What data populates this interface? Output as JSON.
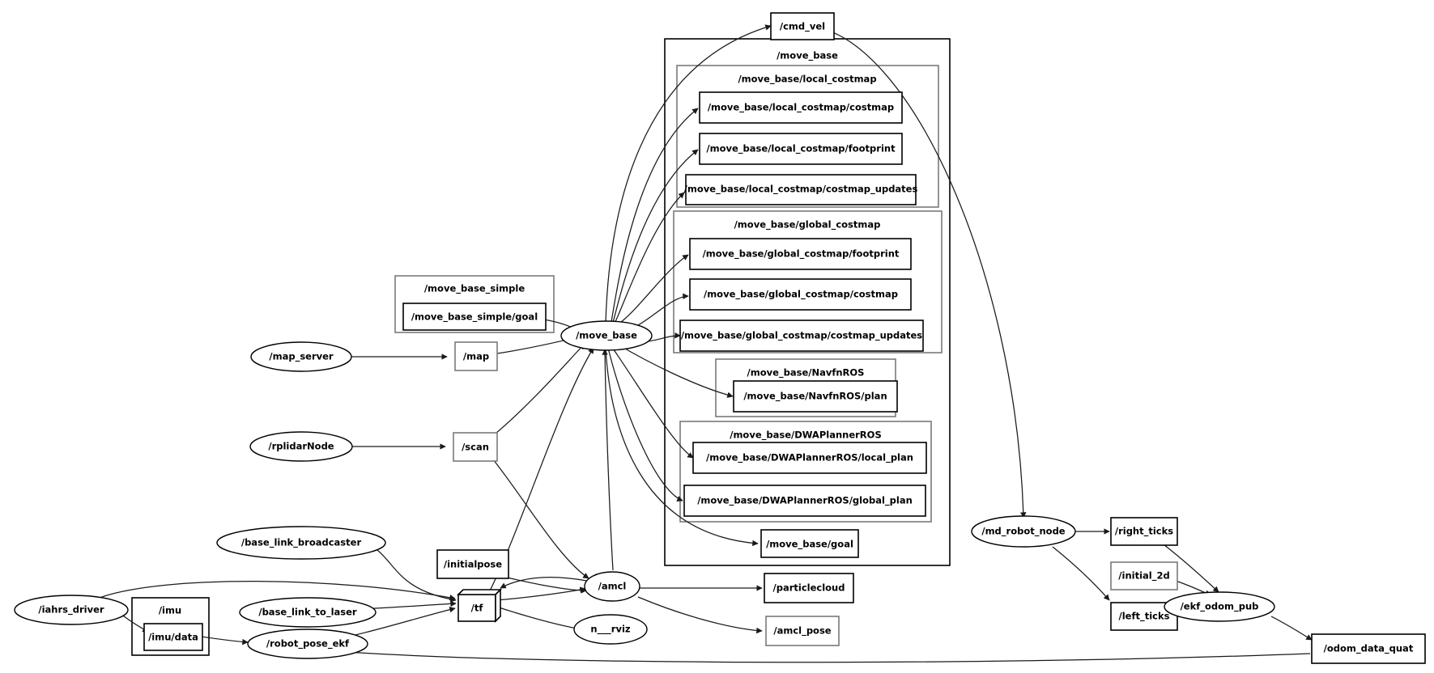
{
  "graph": {
    "title": "ROS Computation Graph",
    "type": "node-graph",
    "clusters": [
      {
        "id": "move_base",
        "label": "/move_base"
      },
      {
        "id": "local_costmap",
        "label": "/move_base/local_costmap"
      },
      {
        "id": "global_costmap",
        "label": "/move_base/global_costmap"
      },
      {
        "id": "navfn",
        "label": "/move_base/NavfnROS"
      },
      {
        "id": "dwa",
        "label": "/move_base/DWAPlannerROS"
      },
      {
        "id": "move_base_simple",
        "label": "/move_base_simple"
      },
      {
        "id": "imu_ns",
        "label": "/imu"
      }
    ],
    "nodes": [
      {
        "id": "cmd_vel",
        "label": "/cmd_vel",
        "shape": "rect"
      },
      {
        "id": "lc_costmap",
        "label": "/move_base/local_costmap/costmap",
        "shape": "rect"
      },
      {
        "id": "lc_footprint",
        "label": "/move_base/local_costmap/footprint",
        "shape": "rect"
      },
      {
        "id": "lc_updates",
        "label": "/move_base/local_costmap/costmap_updates",
        "shape": "rect"
      },
      {
        "id": "gc_footprint",
        "label": "/move_base/global_costmap/footprint",
        "shape": "rect"
      },
      {
        "id": "gc_costmap",
        "label": "/move_base/global_costmap/costmap",
        "shape": "rect"
      },
      {
        "id": "gc_updates",
        "label": "/move_base/global_costmap/costmap_updates",
        "shape": "rect"
      },
      {
        "id": "navfn_plan",
        "label": "/move_base/NavfnROS/plan",
        "shape": "rect"
      },
      {
        "id": "dwa_local_plan",
        "label": "/move_base/DWAPlannerROS/local_plan",
        "shape": "rect"
      },
      {
        "id": "dwa_global_plan",
        "label": "/move_base/DWAPlannerROS/global_plan",
        "shape": "rect"
      },
      {
        "id": "mb_goal",
        "label": "/move_base/goal",
        "shape": "rect"
      },
      {
        "id": "mbs_goal",
        "label": "/move_base_simple/goal",
        "shape": "rect"
      },
      {
        "id": "move_base_node",
        "label": "/move_base",
        "shape": "ellipse"
      },
      {
        "id": "map_server",
        "label": "/map_server",
        "shape": "ellipse"
      },
      {
        "id": "map",
        "label": "/map",
        "shape": "rect"
      },
      {
        "id": "rplidar",
        "label": "/rplidarNode",
        "shape": "ellipse"
      },
      {
        "id": "scan",
        "label": "/scan",
        "shape": "rect"
      },
      {
        "id": "base_link_bcast",
        "label": "/base_link_broadcaster",
        "shape": "ellipse"
      },
      {
        "id": "initialpose",
        "label": "/initialpose",
        "shape": "rect"
      },
      {
        "id": "iahrs_driver",
        "label": "/iahrs_driver",
        "shape": "ellipse"
      },
      {
        "id": "imu_data",
        "label": "/imu/data",
        "shape": "rect"
      },
      {
        "id": "base_link_laser",
        "label": "/base_link_to_laser",
        "shape": "ellipse"
      },
      {
        "id": "tf",
        "label": "/tf",
        "shape": "box3d"
      },
      {
        "id": "robot_pose_ekf",
        "label": "/robot_pose_ekf",
        "shape": "ellipse"
      },
      {
        "id": "amcl",
        "label": "/amcl",
        "shape": "ellipse"
      },
      {
        "id": "rviz",
        "label": "n___rviz",
        "shape": "ellipse"
      },
      {
        "id": "particlecloud",
        "label": "/particlecloud",
        "shape": "rect"
      },
      {
        "id": "amcl_pose",
        "label": "/amcl_pose",
        "shape": "rect"
      },
      {
        "id": "md_robot_node",
        "label": "/md_robot_node",
        "shape": "ellipse"
      },
      {
        "id": "right_ticks",
        "label": "/right_ticks",
        "shape": "rect"
      },
      {
        "id": "initial_2d",
        "label": "/initial_2d",
        "shape": "rect"
      },
      {
        "id": "left_ticks",
        "label": "/left_ticks",
        "shape": "rect"
      },
      {
        "id": "ekf_odom_pub",
        "label": "/ekf_odom_pub",
        "shape": "ellipse"
      },
      {
        "id": "odom_data_quat",
        "label": "/odom_data_quat",
        "shape": "rect"
      }
    ],
    "edges": [
      {
        "from": "move_base_node",
        "to": "cmd_vel"
      },
      {
        "from": "cmd_vel",
        "to": "md_robot_node"
      },
      {
        "from": "move_base_node",
        "to": "lc_costmap"
      },
      {
        "from": "move_base_node",
        "to": "lc_footprint"
      },
      {
        "from": "move_base_node",
        "to": "lc_updates"
      },
      {
        "from": "move_base_node",
        "to": "gc_footprint"
      },
      {
        "from": "move_base_node",
        "to": "gc_costmap"
      },
      {
        "from": "move_base_node",
        "to": "gc_updates"
      },
      {
        "from": "move_base_node",
        "to": "navfn_plan"
      },
      {
        "from": "move_base_node",
        "to": "dwa_local_plan"
      },
      {
        "from": "move_base_node",
        "to": "dwa_global_plan"
      },
      {
        "from": "move_base_node",
        "to": "mb_goal"
      },
      {
        "from": "mbs_goal",
        "to": "move_base_node"
      },
      {
        "from": "map_server",
        "to": "map"
      },
      {
        "from": "map",
        "to": "move_base_node"
      },
      {
        "from": "rplidar",
        "to": "scan"
      },
      {
        "from": "scan",
        "to": "move_base_node"
      },
      {
        "from": "scan",
        "to": "amcl"
      },
      {
        "from": "tf",
        "to": "move_base_node"
      },
      {
        "from": "amcl",
        "to": "move_base_node"
      },
      {
        "from": "initialpose",
        "to": "amcl"
      },
      {
        "from": "tf",
        "to": "amcl"
      },
      {
        "from": "amcl",
        "to": "tf"
      },
      {
        "from": "tf",
        "to": "rviz"
      },
      {
        "from": "amcl",
        "to": "particlecloud"
      },
      {
        "from": "amcl",
        "to": "amcl_pose"
      },
      {
        "from": "base_link_bcast",
        "to": "tf"
      },
      {
        "from": "base_link_laser",
        "to": "tf"
      },
      {
        "from": "robot_pose_ekf",
        "to": "tf"
      },
      {
        "from": "iahrs_driver",
        "to": "imu_data"
      },
      {
        "from": "iahrs_driver",
        "to": "tf"
      },
      {
        "from": "imu_data",
        "to": "robot_pose_ekf"
      },
      {
        "from": "md_robot_node",
        "to": "right_ticks"
      },
      {
        "from": "md_robot_node",
        "to": "left_ticks"
      },
      {
        "from": "right_ticks",
        "to": "ekf_odom_pub"
      },
      {
        "from": "initial_2d",
        "to": "ekf_odom_pub"
      },
      {
        "from": "left_ticks",
        "to": "ekf_odom_pub"
      },
      {
        "from": "ekf_odom_pub",
        "to": "odom_data_quat"
      },
      {
        "from": "odom_data_quat",
        "to": "robot_pose_ekf"
      }
    ],
    "colors": {
      "background": "#ffffff",
      "node_stroke": "#000000",
      "cluster_stroke": "#7a7a7a",
      "edge": "#1a1a1a",
      "text": "#000000"
    }
  }
}
